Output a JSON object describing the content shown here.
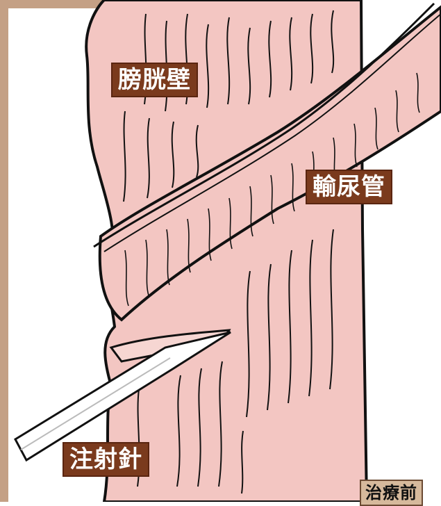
{
  "labels": {
    "bladder_wall": "膀胱壁",
    "ureter": "輸尿管",
    "injection_needle": "注射針",
    "before_treatment": "治療前"
  },
  "colors": {
    "tissue": "#f3c6c2",
    "tissue_shadow": "#e8b0ab",
    "outline": "#111111",
    "needle": "#ffffff",
    "label_bg": "#7a3a1d",
    "frame": "#c4a085"
  }
}
